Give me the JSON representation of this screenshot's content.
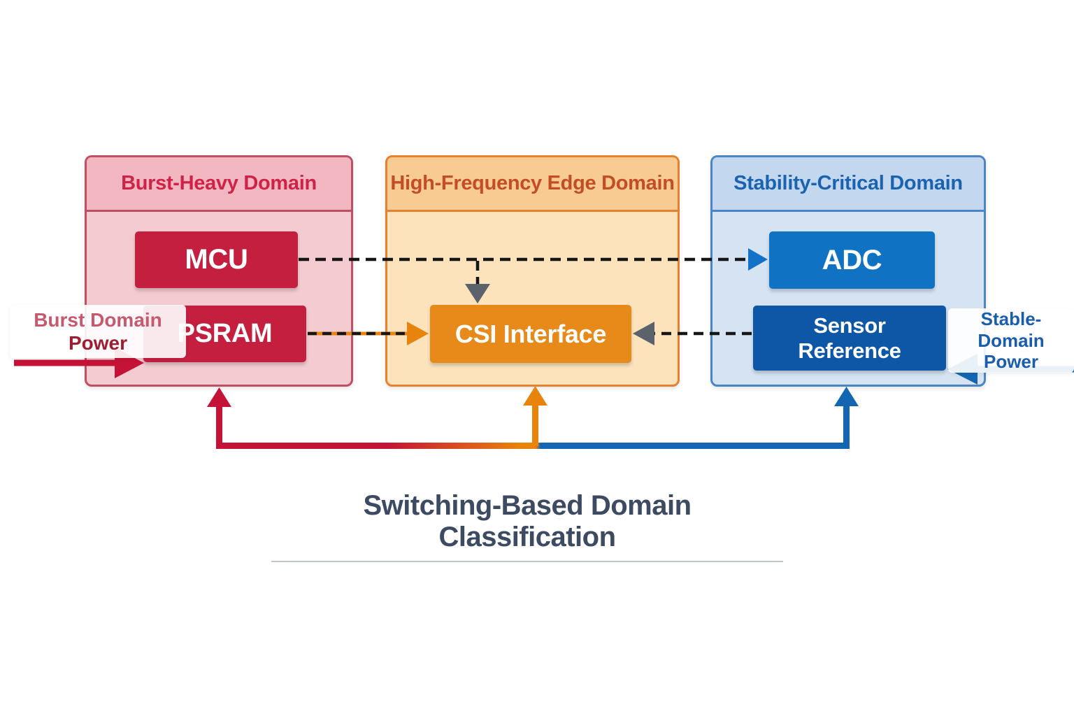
{
  "title": {
    "text": "Switching-Based Domain Classification"
  },
  "domains": [
    {
      "label": "Burst-Heavy Domain",
      "accent_color": "#ce2347",
      "fill_color": "#f3cbd1",
      "components": [
        {
          "label": "MCU",
          "color": "#c51f40"
        },
        {
          "label": "PSRAM",
          "color": "#c51f40"
        }
      ]
    },
    {
      "label": "High-Frequency Edge Domain",
      "accent_color": "#c34e26",
      "fill_color": "#fce3bc",
      "components": [
        {
          "label": "CSI Interface",
          "color": "#e78a1a"
        }
      ]
    },
    {
      "label": "Stability-Critical Domain",
      "accent_color": "#1b63b0",
      "fill_color": "#d6e3f3",
      "components": [
        {
          "label": "ADC",
          "color": "#0f72c2"
        },
        {
          "label": "Sensor Reference",
          "line1": "Sensor",
          "line2": "Reference",
          "color": "#0d57a6"
        }
      ]
    }
  ],
  "power_labels": {
    "burst": {
      "line1": "Burst Domain",
      "line2": "Power",
      "color": "#9e1e31",
      "arrow_color": "#c41337",
      "direction": "into-left"
    },
    "stable": {
      "line1": "Stable-Domain",
      "line2": "Power",
      "color": "#1a5cad",
      "arrow_color": "#1466b2",
      "direction": "into-right"
    }
  },
  "connections": [
    {
      "from": "MCU",
      "to": "ADC",
      "style": "dashed",
      "arrow_color": "#1471c8"
    },
    {
      "from": "MCU",
      "to": "CSI Interface",
      "style": "dashed",
      "arrow_color": "#5b626b"
    },
    {
      "from": "PSRAM",
      "to": "CSI Interface",
      "style": "dashed-on-orange",
      "arrow_color": "#e8830c"
    },
    {
      "from": "Sensor Reference",
      "to": "CSI Interface",
      "style": "dashed",
      "arrow_color": "#5b626b"
    },
    {
      "from": "feedback-bus",
      "to": "all-domains",
      "style": "solid-gradient",
      "colors": [
        "#c41337",
        "#e8830c",
        "#1466b2"
      ]
    }
  ]
}
